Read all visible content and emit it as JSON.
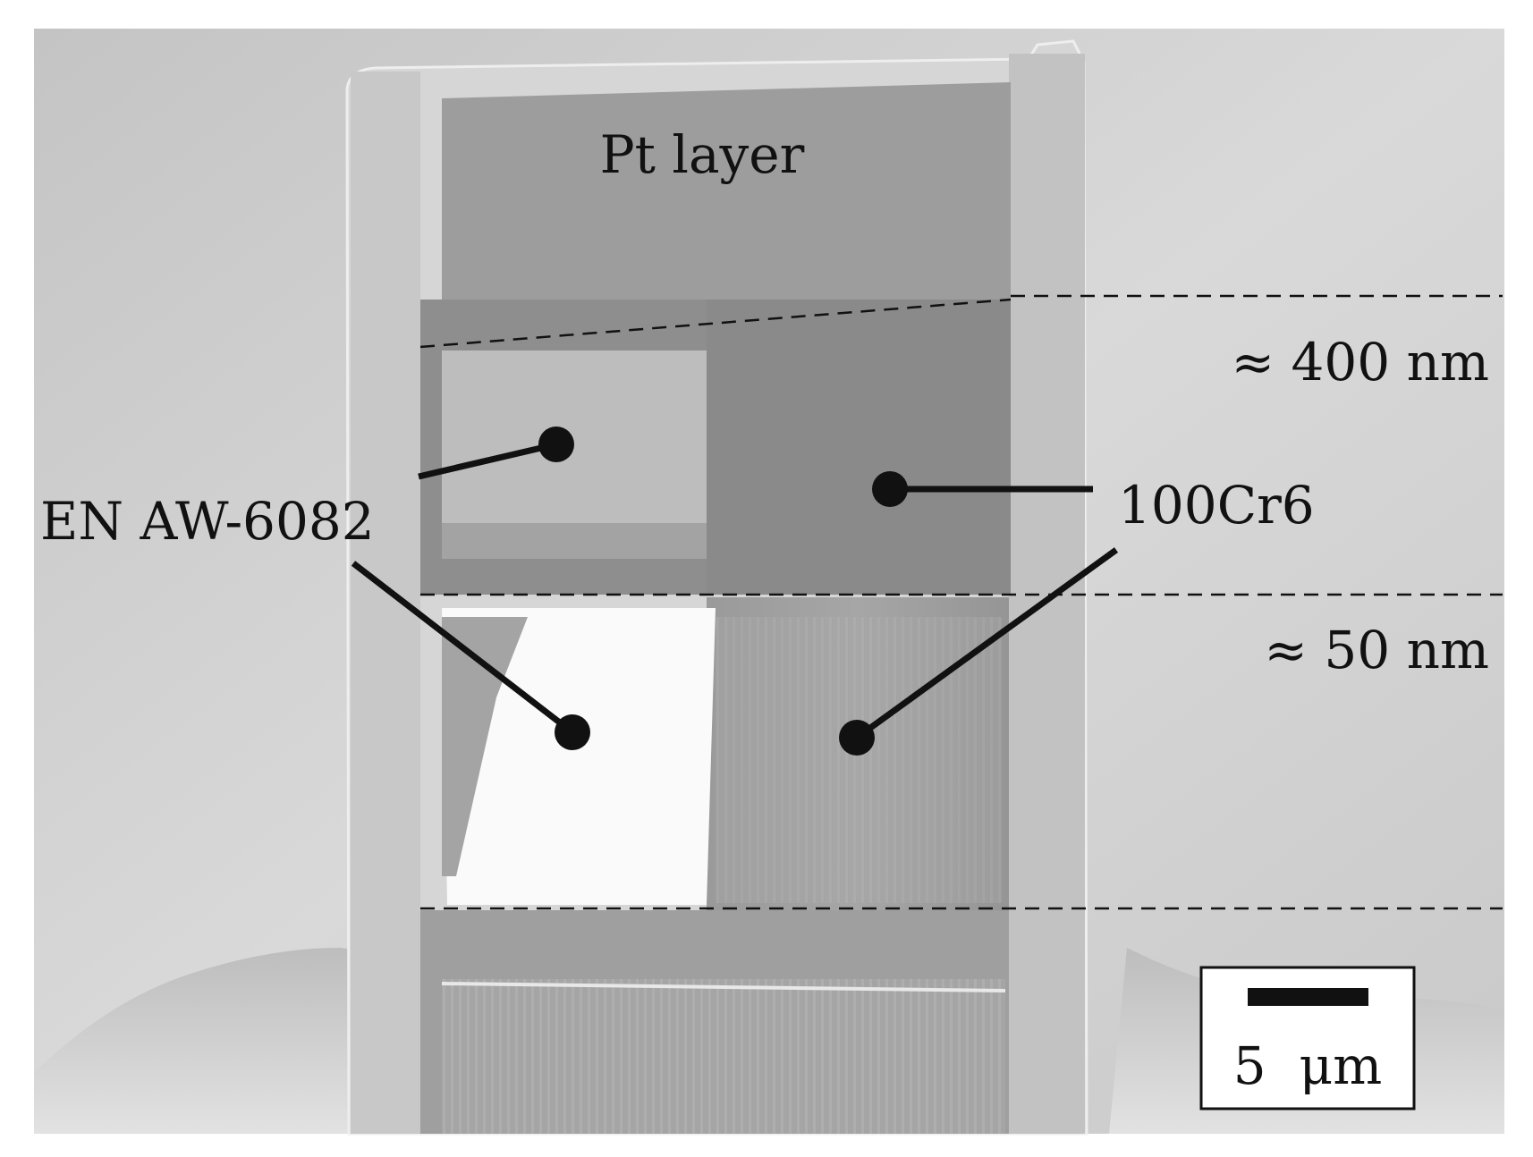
{
  "labels": {
    "pt_layer": "Pt layer",
    "en_aw": "EN AW-6082",
    "cr6": "100Cr6",
    "thickness_400": "≈ 400 nm",
    "thickness_50": "≈ 50 nm"
  },
  "scale_bar": {
    "label": "5  μm"
  },
  "colors": {
    "background": "#cfcfcf",
    "pt_layer": "#9a9a9a",
    "steel": "#8c8c8c",
    "aluminum_bright": "#fafafa",
    "aluminum_upper": "#b9b9b9",
    "marker": "#111111"
  }
}
